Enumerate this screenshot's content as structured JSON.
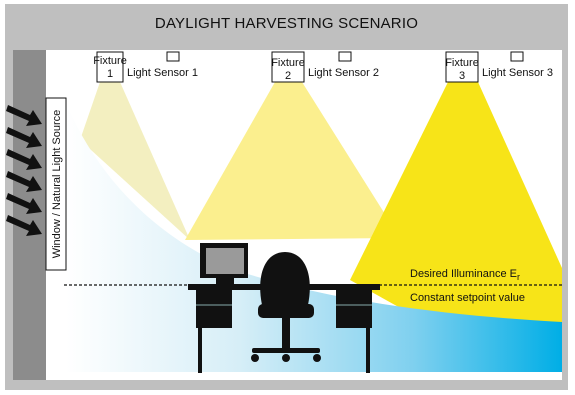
{
  "title": "DAYLIGHT HARVESTING SCENARIO",
  "window_label": "Window / Natural Light Source",
  "fixtures": [
    {
      "line1": "Fixture",
      "line2": "1",
      "sensor": "Light Sensor 1"
    },
    {
      "line1": "Fixture",
      "line2": "2",
      "sensor": "Light Sensor 2"
    },
    {
      "line1": "Fixture",
      "line2": "3",
      "sensor": "Light Sensor 3"
    }
  ],
  "desired_illuminance": "Desired Illuminance E",
  "desired_illuminance_sub": "r",
  "setpoint_label": "Constant setpoint value",
  "colors": {
    "frame": "#bfbfbf",
    "wall": "#8c8c8c",
    "beam_1": "#f3efc0",
    "beam_2": "#fbef8e",
    "beam_3": "#f7e418",
    "daylight_start": "#ffffff",
    "daylight_end": "#00aee6",
    "furniture": "#111111",
    "monitor_screen": "#9a9a9a"
  }
}
